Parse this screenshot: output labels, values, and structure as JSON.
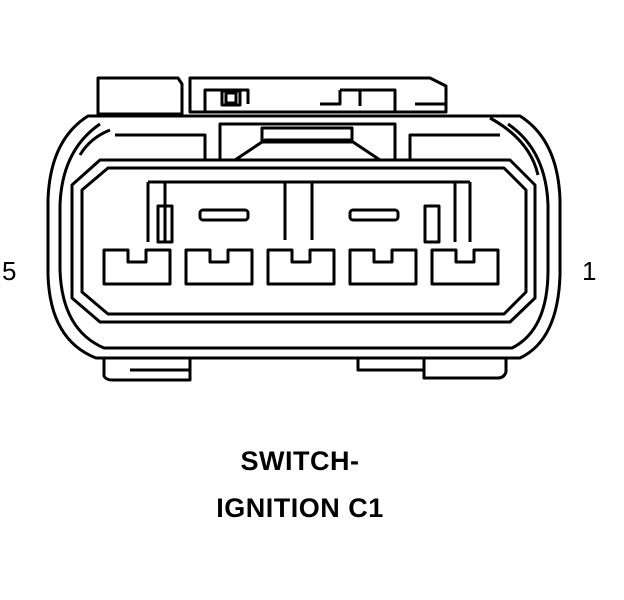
{
  "diagram": {
    "pin_labels": {
      "left": "5",
      "right": "1"
    },
    "title": [
      "SWITCH-",
      "IGNITION C1"
    ],
    "cavities": 5,
    "line_color": "#000000",
    "background_color": "#ffffff"
  }
}
